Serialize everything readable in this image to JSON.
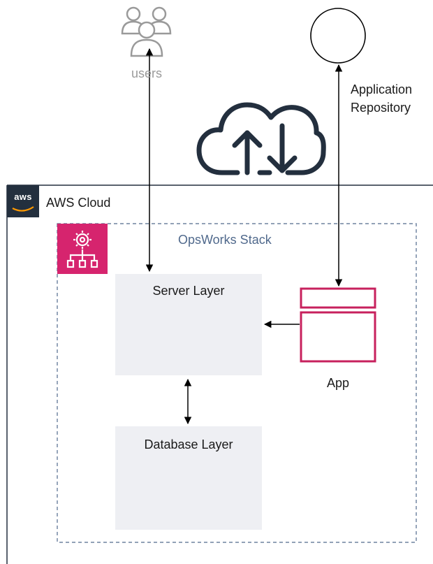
{
  "users": {
    "label": "users",
    "icon": "users-icon"
  },
  "repository": {
    "line1": "Application",
    "line2": "Repository",
    "icon": "repository-circle-icon"
  },
  "transfer": {
    "icon": "cloud-upload-download-icon"
  },
  "aws_cloud": {
    "label": "AWS Cloud",
    "logo_text": "aws",
    "icon": "aws-logo-icon"
  },
  "opsworks": {
    "label": "OpsWorks Stack",
    "icon": "opsworks-icon",
    "color": "#d6246e"
  },
  "server_layer": {
    "label": "Server Layer"
  },
  "database_layer": {
    "label": "Database Layer"
  },
  "app": {
    "label": "App",
    "icon": "app-window-icon",
    "color": "#c7215d"
  },
  "colors": {
    "layer_fill": "#eeeff3",
    "stack_border": "#50698c",
    "users_gray": "#9a9a9a",
    "cloud_dark": "#232f3e"
  }
}
